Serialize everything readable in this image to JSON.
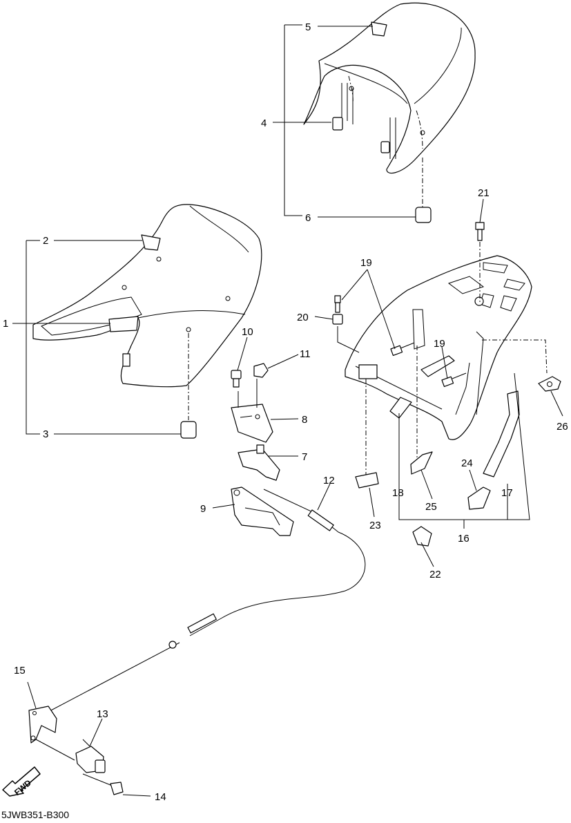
{
  "callouts": [
    "1",
    "2",
    "3",
    "4",
    "5",
    "6",
    "7",
    "8",
    "9",
    "10",
    "11",
    "12",
    "13",
    "14",
    "15",
    "16",
    "17",
    "18",
    "19",
    "19",
    "20",
    "21",
    "22",
    "23",
    "24",
    "25",
    "26"
  ],
  "direction_label": "FWD",
  "drawing_code": "5JWB351-B300"
}
